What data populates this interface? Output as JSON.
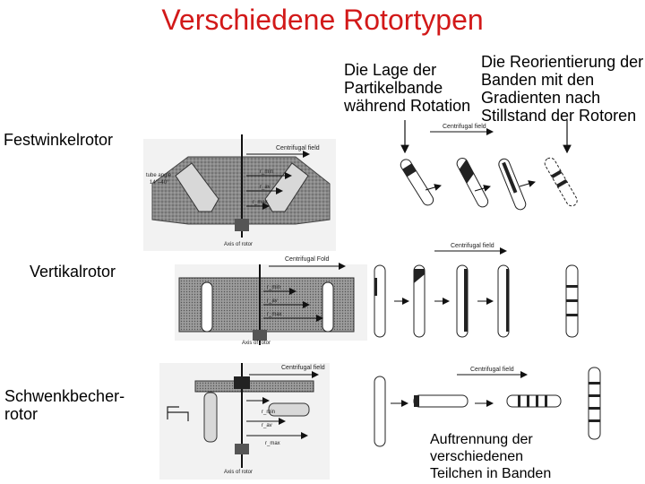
{
  "title": "Verschiedene Rotortypen",
  "header_left": [
    "Die Lage der",
    "Partikelbande",
    "während Rotation"
  ],
  "header_right": [
    "Die Reorientierung der",
    "Banden mit den",
    "Gradienten nach",
    "Stillstand der Rotoren"
  ],
  "rotor_labels": {
    "fixed_angle": "Festwinkelrotor",
    "vertical": "Vertikalrotor",
    "swing_bucket": [
      "Schwenkbecher-",
      "rotor"
    ]
  },
  "bottom_note": [
    "Auftrennung der",
    "verschiedenen",
    "Teilchen in Banden"
  ],
  "figure_text": {
    "centrifugal_field": "Centrifugal field",
    "centrifugal_fold": "Centrifugal Fold",
    "axis_of_rotor": "Axis of rotor",
    "tube_angle": "tube angle",
    "angle_range": "14°–40°",
    "r_min": "r_min",
    "r_av": "r_av",
    "r_max": "r_max"
  }
}
